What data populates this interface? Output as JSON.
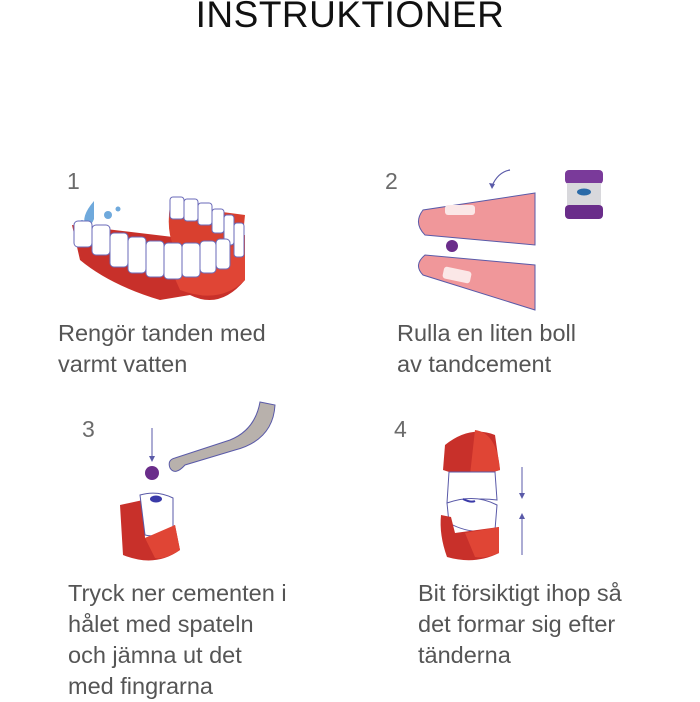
{
  "title": "INSTRUKTIONER",
  "steps": [
    {
      "number": "1",
      "line1": "Rengör tanden med",
      "line2": "varmt vatten"
    },
    {
      "number": "2",
      "line1": "Rulla en liten boll",
      "line2": "av tandcement"
    },
    {
      "number": "3",
      "line1": "Tryck ner cementen i",
      "line2": "hålet med spateln",
      "line3": "och jämna ut det",
      "line4": "med fingrarna"
    },
    {
      "number": "4",
      "line1": "Bit försiktigt ihop så",
      "line2": "det formar sig efter",
      "line3": "tänderna"
    }
  ],
  "colors": {
    "gum": "#d9402f",
    "gum_dark": "#b8302a",
    "finger": "#f0979a",
    "cement": "#6a2d8a",
    "outline": "#5a5aa8",
    "tool": "#b8b1ac"
  }
}
